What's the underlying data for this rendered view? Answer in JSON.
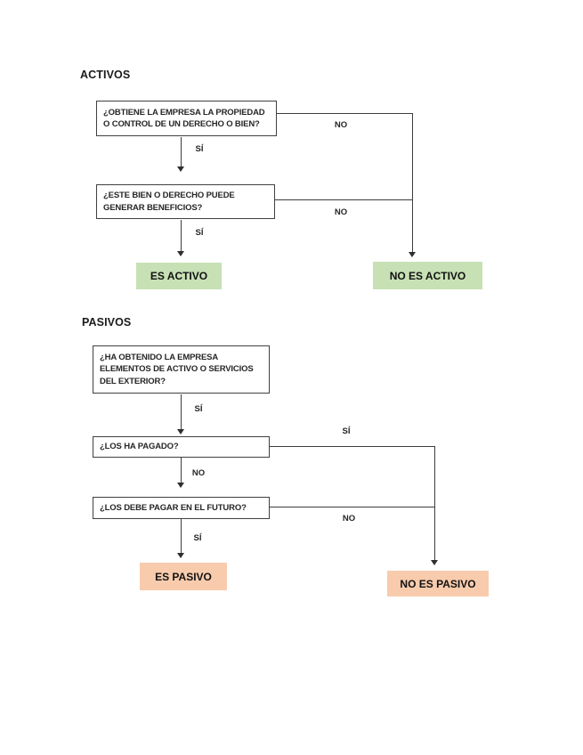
{
  "colors": {
    "positive_green": "#c7e1b5",
    "negative_peach": "#f8cbad",
    "line": "#3d3d3d",
    "text": "#262626",
    "background": "#ffffff"
  },
  "activos": {
    "heading": "ACTIVOS",
    "question1": "¿OBTIENE LA EMPRESA LA PROPIEDAD\nO CONTROL DE UN DERECHO O BIEN?",
    "question2": "¿ESTE BIEN O DERECHO PUEDE\nGENERAR BENEFICIOS?",
    "label_si_1": "SÍ",
    "label_si_2": "SÍ",
    "label_no_1": "NO",
    "label_no_2": "NO",
    "result_positive": "ES ACTIVO",
    "result_negative": "NO ES ACTIVO"
  },
  "pasivos": {
    "heading": "PASIVOS",
    "question1": "¿HA OBTENIDO LA EMPRESA\nELEMENTOS DE ACTIVO O SERVICIOS\nDEL EXTERIOR?",
    "question2": "¿LOS HA PAGADO?",
    "question3": "¿LOS DEBE PAGAR EN EL FUTURO?",
    "label_si_1": "SÍ",
    "label_si_2": "SÍ",
    "label_si_3": "SÍ",
    "label_no_1": "NO",
    "label_no_2": "NO",
    "result_positive": "ES PASIVO",
    "result_negative": "NO ES PASIVO"
  }
}
